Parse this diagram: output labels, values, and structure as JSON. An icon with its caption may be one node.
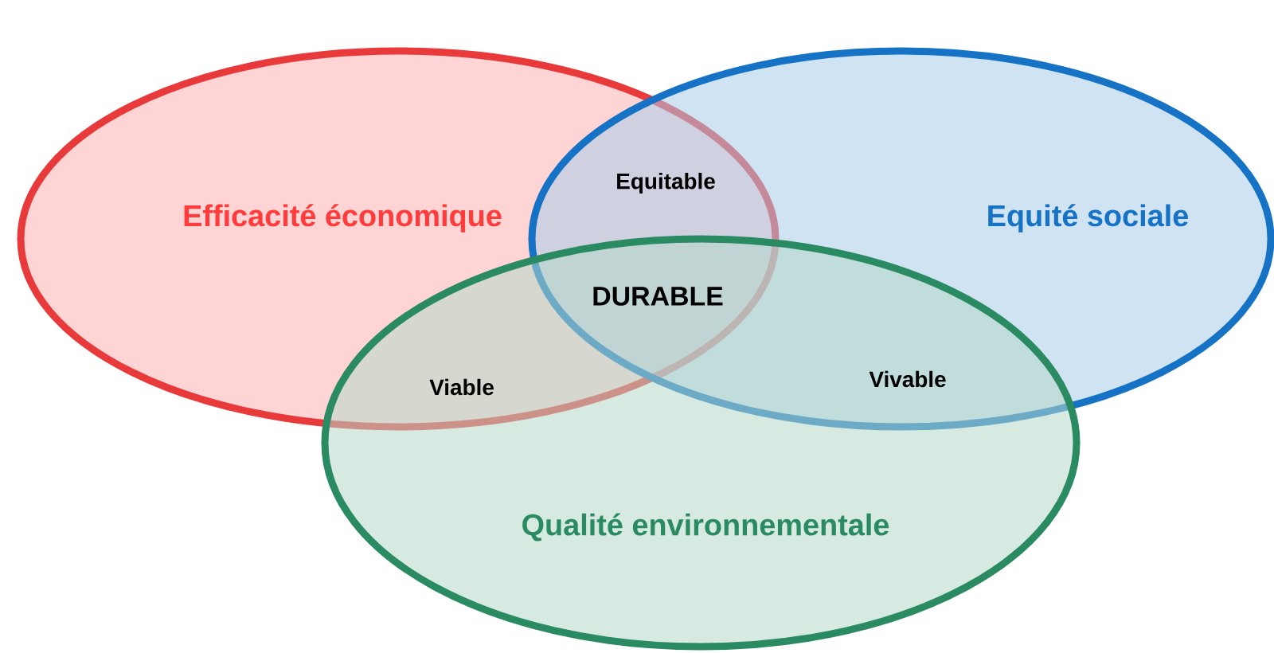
{
  "diagram": {
    "nodes": [
      {
        "text": [
          "Efficacité économique"
        ]
      },
      {
        "text": [
          "Equité sociale"
        ]
      },
      {
        "text": [
          "Qualité environnementale"
        ]
      }
    ],
    "labels": [
      "Equitable",
      "DURABLE",
      "Viable",
      "Vivable"
    ]
  }
}
